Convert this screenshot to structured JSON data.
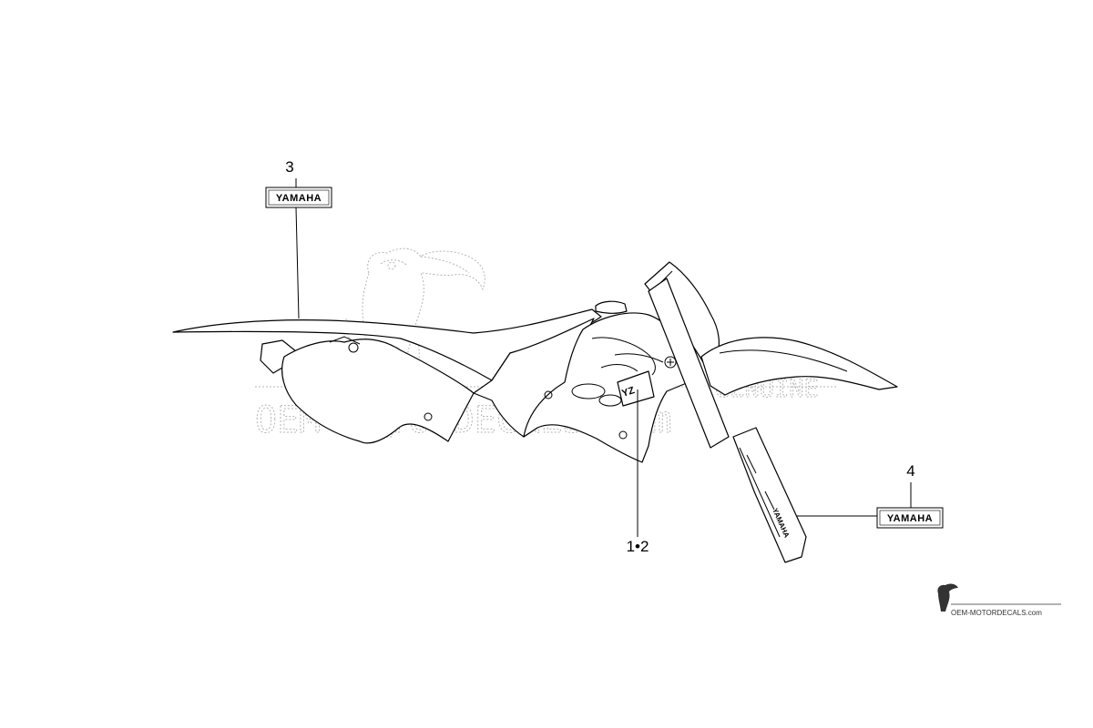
{
  "callouts": {
    "part_3": {
      "number": "3",
      "badge": "YAMAHA"
    },
    "part_4": {
      "number": "4",
      "badge": "YAMAHA"
    },
    "part_1_2": {
      "number": "1•2"
    }
  },
  "decal_texts": {
    "fork_yamaha": "YAMAHA",
    "shroud_logo": "YZ"
  },
  "watermark": {
    "main": "OEM-MOTORDECALS.com",
    "genuine": "GENUINE"
  },
  "corner_logo": {
    "text": "OEM-MOTORDECALS.com"
  },
  "colors": {
    "line": "#000000",
    "watermark": "#b4b4b4",
    "background": "#ffffff"
  }
}
